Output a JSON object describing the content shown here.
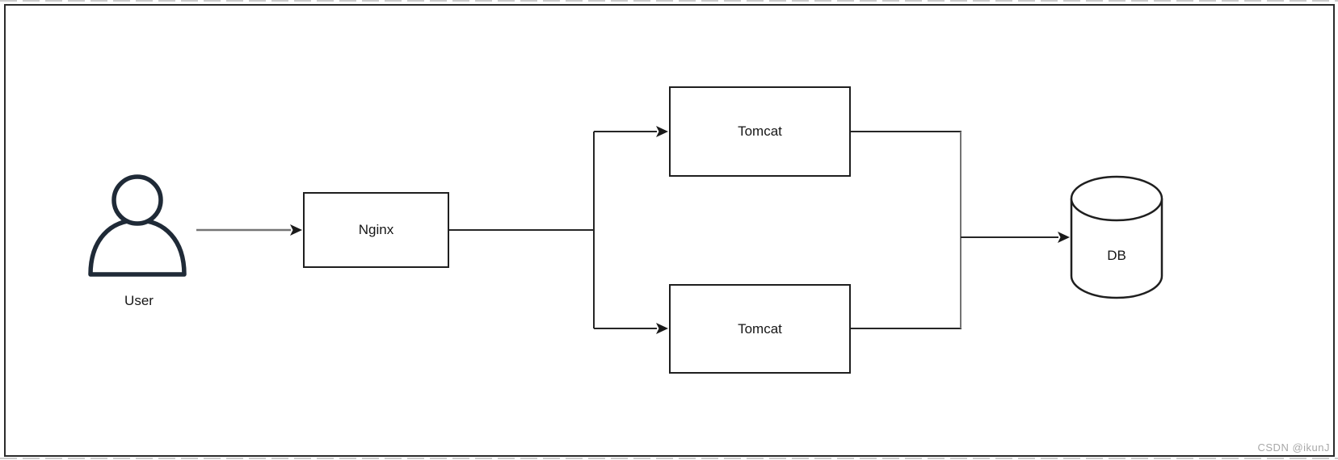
{
  "diagram": {
    "nodes": {
      "user": {
        "label": "User",
        "type": "actor"
      },
      "nginx": {
        "label": "Nginx",
        "type": "rectangle"
      },
      "tomcat_top": {
        "label": "Tomcat",
        "type": "rectangle"
      },
      "tomcat_bottom": {
        "label": "Tomcat",
        "type": "rectangle"
      },
      "db": {
        "label": "DB",
        "type": "cylinder"
      }
    },
    "edges": [
      {
        "from": "User",
        "to": "Nginx",
        "arrow": true
      },
      {
        "from": "Nginx",
        "to": "Tomcat (top)",
        "arrow": true
      },
      {
        "from": "Nginx",
        "to": "Tomcat (bottom)",
        "arrow": true
      },
      {
        "from": "Tomcat (top)",
        "to": "DB",
        "arrow": true
      },
      {
        "from": "Tomcat (bottom)",
        "to": "DB",
        "arrow": true
      }
    ],
    "colors": {
      "node_stroke": "#1f1f1f",
      "connector": "#262626",
      "connector_gray": "#737373",
      "user_arrow_line": "#757575",
      "actor_stroke": "#1f2a37",
      "page_border": "#2b2b2b",
      "page_ticks": "#cccccc",
      "watermark": "#a8a8a8"
    }
  },
  "watermark": {
    "text": "CSDN @ikunJ"
  }
}
